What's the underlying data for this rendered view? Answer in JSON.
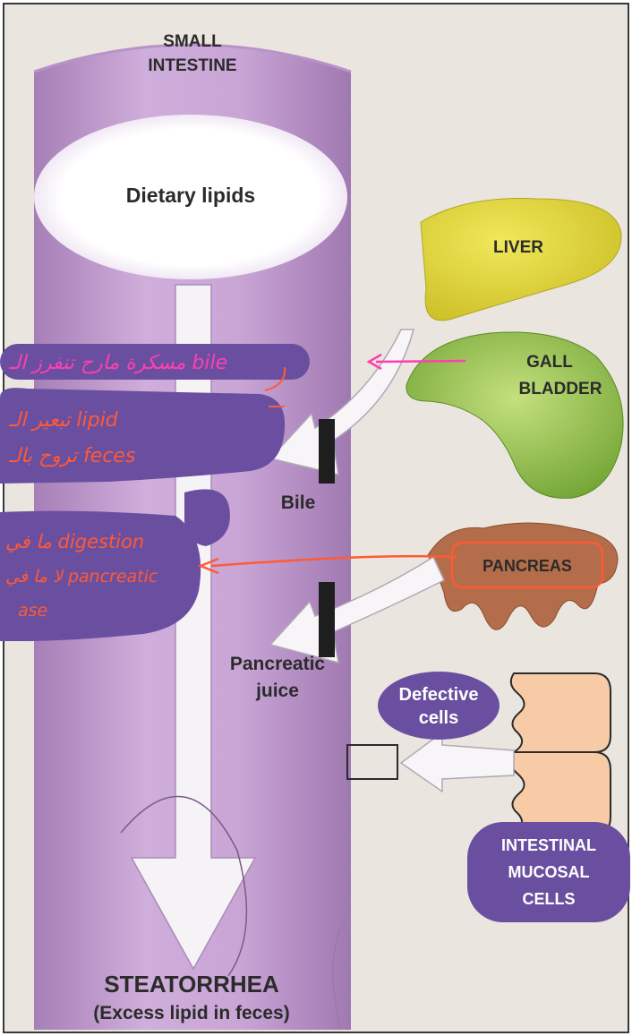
{
  "labels": {
    "small_intestine_1": "SMALL",
    "small_intestine_2": "INTESTINE",
    "dietary_lipids": "Dietary lipids",
    "liver": "LIVER",
    "gall_1": "GALL",
    "gall_2": "BLADDER",
    "bile": "Bile",
    "pancreas": "PANCREAS",
    "pancreatic_1": "Pancreatic",
    "pancreatic_2": "juice",
    "defective_1": "Defective",
    "defective_2": "cells",
    "intestinal_1": "INTESTINAL",
    "intestinal_2": "MUCOSAL",
    "intestinal_3": "CELLS",
    "steatorrhea": "STEATORRHEA",
    "steatorrhea_sub": "(Excess lipid in feces)"
  },
  "annotations": {
    "note1": "مسكرة مارح تنفرز الـ bile",
    "note2_line1": "تبعير الـ lipid",
    "note2_line2": "تروح بالـ feces",
    "note3_line1": "ما في digestion",
    "note3_line2": "لا ما في pancreatic",
    "note3_line3": "ase"
  },
  "colors": {
    "intestine": "#c39ad0",
    "background": "#eae6df",
    "liver": "#ddd236",
    "gallbladder": "#8fc04a",
    "pancreas": "#b56f4c",
    "mucosa": "#f7cba6",
    "highlight": "#6a4fa0",
    "ink_orange": "#ff5a36",
    "ink_pink": "#ff3fb0"
  }
}
